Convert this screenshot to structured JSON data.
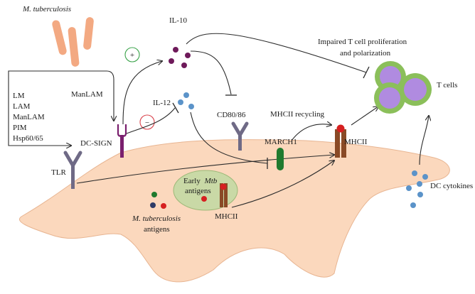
{
  "labels": {
    "mtb_title": "M. tuberculosis",
    "ligands": [
      "LM",
      "LAM",
      "ManLAM",
      "PIM",
      "Hsp60/65"
    ],
    "manlam": "ManLAM",
    "dc_sign": "DC-SIGN",
    "tlr": "TLR",
    "il10": "IL-10",
    "il12": "IL-12",
    "plus": "+",
    "minus": "−",
    "cd80": "CD80/86",
    "mhcii_recycling": "MHCII recycling",
    "march1": "MARCH1",
    "mhcii_surface": "MHCII",
    "impaired_line1": "Impaired T cell proliferation",
    "impaired_line2": "and polarization",
    "t_cells": "T cells",
    "dc_cytokines": "DC cytokines",
    "early_line1": "Early",
    "early_mtb": "Mtb",
    "early_line2": "antigens",
    "mhcii_inner": "MHCII",
    "mtb_antigens_line1": "M. tuberculosis",
    "mtb_antigens_line2": "antigens"
  },
  "colors": {
    "cell_fill": "#fbd8bd",
    "cell_stroke": "#e8b592",
    "bacteria": "#f3a982",
    "il10_dot": "#6e1a5a",
    "cytokine_dot": "#5b93c9",
    "receptor_gray": "#6f6a86",
    "dc_sign_purple": "#7a1f6e",
    "march1_green": "#1f7a2e",
    "mhcii_brown": "#8a4a26",
    "antigen_red": "#d62020",
    "endosome_green": "#c9d9a6",
    "tcell_outer": "#8bbf5a",
    "tcell_inner": "#b08be0",
    "plus_green": "#3aa34a",
    "minus_red": "#d9404a"
  }
}
